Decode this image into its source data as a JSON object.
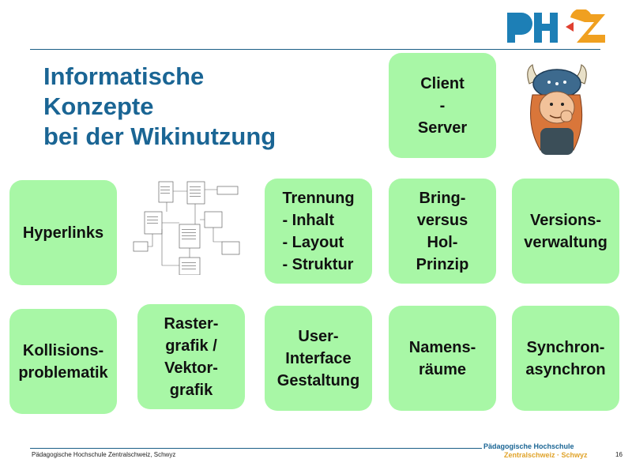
{
  "title_lines": [
    "Informatische",
    "Konzepte",
    "bei der Wikinutzung"
  ],
  "boxes": {
    "client_server": [
      "Client",
      "-",
      "Server"
    ],
    "hyperlinks": [
      "Hyperlinks"
    ],
    "trennung": [
      "Trennung",
      "- Inhalt",
      "- Layout",
      "- Struktur"
    ],
    "bring_hol": [
      "Bring-",
      "versus",
      "Hol-",
      "Prinzip"
    ],
    "versionsverwaltung": [
      "Versions-",
      "verwaltung"
    ],
    "kollisionsproblematik": [
      "Kollisions-",
      "problematik"
    ],
    "rastergrafik": [
      "Raster-",
      "grafik /",
      "Vektor-",
      "grafik"
    ],
    "user_interface": [
      "User-",
      "Interface",
      "Gestaltung"
    ],
    "namensraeume": [
      "Namens-",
      "räume"
    ],
    "synchron": [
      "Synchron-",
      "asynchron"
    ]
  },
  "footer": {
    "institution": "Pädagogische Hochschule Zentralschweiz, Schwyz",
    "page": "16",
    "brand_line1": "Pädagogische Hochschule",
    "brand_line2": "Zentralschweiz · Schwyz"
  },
  "colors": {
    "title": "#1a6594",
    "box_fill": "#a8f7a6",
    "logo_blue": "#1d7fb6",
    "logo_orange": "#f0a020"
  }
}
